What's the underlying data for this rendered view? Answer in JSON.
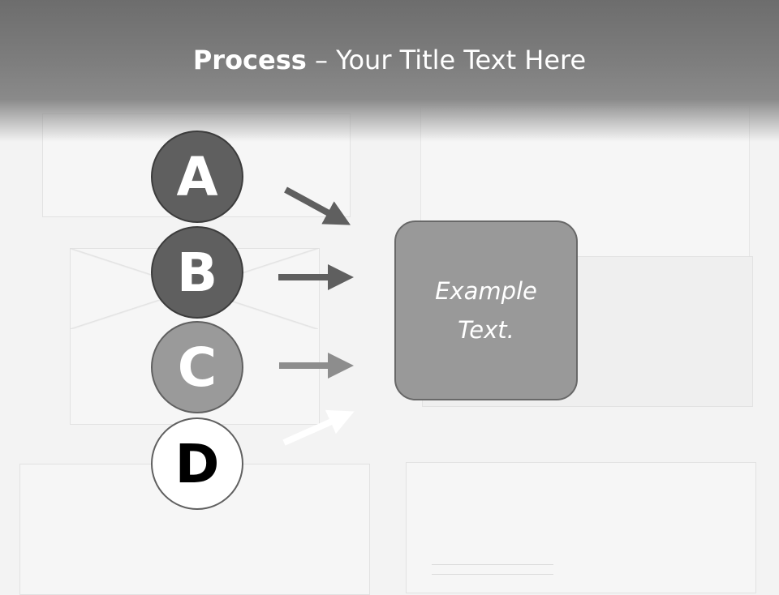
{
  "title": {
    "bold": "Process",
    "rest": " – Your Title Text Here"
  },
  "steps": [
    {
      "letter": "A"
    },
    {
      "letter": "B"
    },
    {
      "letter": "C"
    },
    {
      "letter": "D"
    }
  ],
  "example": {
    "line1": "Example",
    "line2": "Text."
  },
  "colors": {
    "dark_step": "#5f5f5f",
    "mid_step": "#9a9a9a",
    "light_step": "#ffffff",
    "box_fill": "#999999",
    "header": "#7a7a7a"
  }
}
